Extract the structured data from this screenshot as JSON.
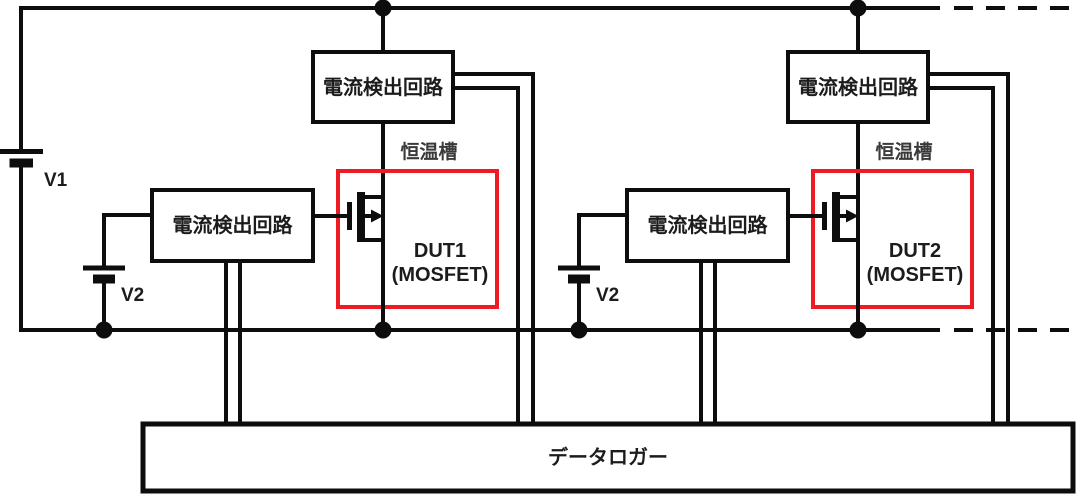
{
  "diagram": {
    "colors": {
      "background": "#ffffff",
      "wire": "#0d0d0d",
      "chamber_box": "#ed1c24",
      "label": "#1c1c1c",
      "chamber_label": "#3a3a3a"
    },
    "v1_label": "V1",
    "data_logger": {
      "label": "データロガー"
    },
    "units": [
      {
        "drain_sense_label": "電流検出回路",
        "gate_sense_label": "電流検出回路",
        "chamber_label": "恒温槽",
        "dut_name": "DUT1",
        "dut_type": "(MOSFET)",
        "bias_label": "V2"
      },
      {
        "drain_sense_label": "電流検出回路",
        "gate_sense_label": "電流検出回路",
        "chamber_label": "恒温槽",
        "dut_name": "DUT2",
        "dut_type": "(MOSFET)",
        "bias_label": "V2"
      }
    ]
  }
}
